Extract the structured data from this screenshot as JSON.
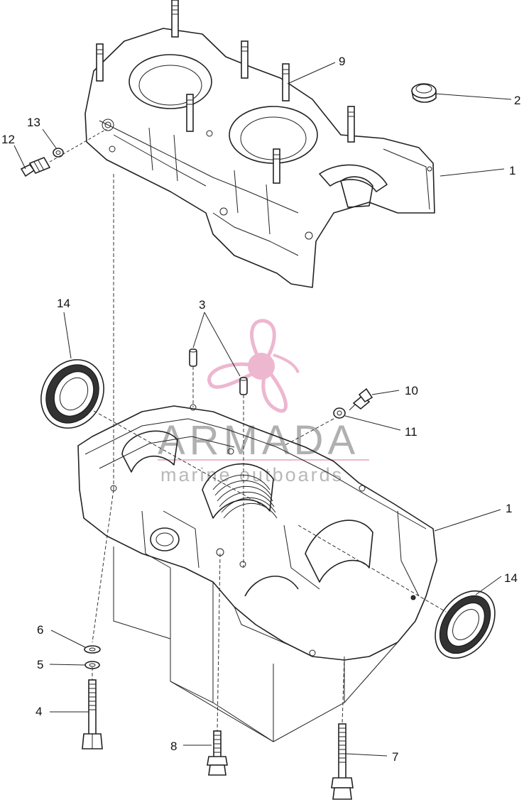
{
  "watermark": {
    "brand": "ARMADA",
    "tagline": "marine outboards",
    "color": "#e8a0c0",
    "text_color": "#b8b8b8"
  },
  "callouts": [
    {
      "id": "c1_top",
      "label": "1"
    },
    {
      "id": "c2",
      "label": "2"
    },
    {
      "id": "c9",
      "label": "9"
    },
    {
      "id": "c13",
      "label": "13"
    },
    {
      "id": "c12",
      "label": "12"
    },
    {
      "id": "c14_left",
      "label": "14"
    },
    {
      "id": "c3",
      "label": "3"
    },
    {
      "id": "c10",
      "label": "10"
    },
    {
      "id": "c11",
      "label": "11"
    },
    {
      "id": "c1_bottom",
      "label": "1"
    },
    {
      "id": "c14_right",
      "label": "14"
    },
    {
      "id": "c6",
      "label": "6"
    },
    {
      "id": "c5",
      "label": "5"
    },
    {
      "id": "c4",
      "label": "4"
    },
    {
      "id": "c8",
      "label": "8"
    },
    {
      "id": "c7",
      "label": "7"
    }
  ]
}
